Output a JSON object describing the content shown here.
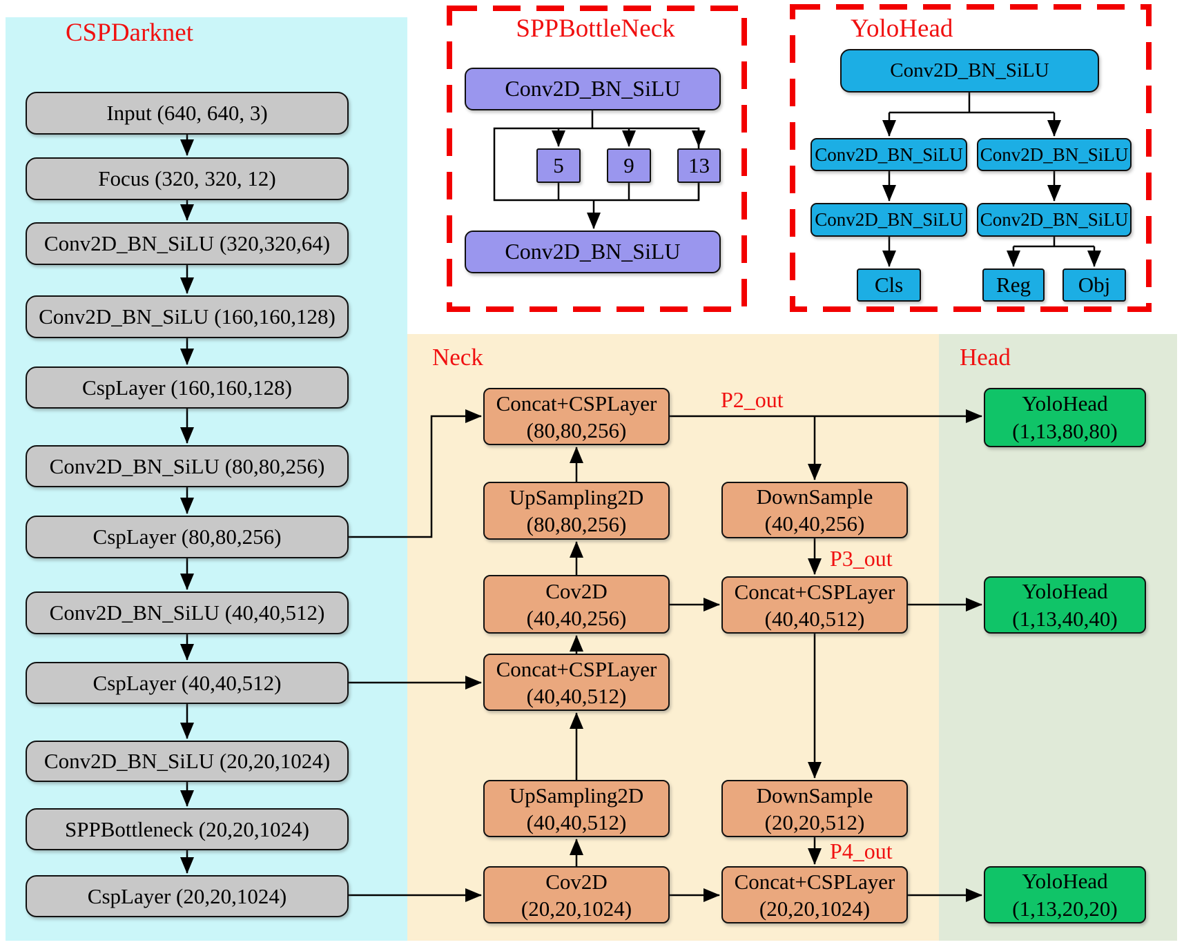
{
  "colors": {
    "backbone_bg": "#CBF6F9",
    "neck_bg": "#FCEFD1",
    "head_bg": "#E0EAD8",
    "backbone_box": "#C8C8C8",
    "spp_box": "#9A96EE",
    "yolohead_box": "#1CAEE4",
    "neck_box": "#EAA87E",
    "head_box": "#10C468",
    "accent_red": "#F01010",
    "wire_black": "#000000"
  },
  "backbone": {
    "title": "CSPDarknet",
    "boxes": [
      {
        "label": "Input (640, 640, 3)"
      },
      {
        "label": "Focus (320, 320, 12)"
      },
      {
        "label": "Conv2D_BN_SiLU (320,320,64)"
      },
      {
        "label": "Conv2D_BN_SiLU (160,160,128)"
      },
      {
        "label": "CspLayer (160,160,128)"
      },
      {
        "label": "Conv2D_BN_SiLU (80,80,256)"
      },
      {
        "label": "CspLayer (80,80,256)"
      },
      {
        "label": "Conv2D_BN_SiLU (40,40,512)"
      },
      {
        "label": "CspLayer (40,40,512)"
      },
      {
        "label": "Conv2D_BN_SiLU (20,20,1024)"
      },
      {
        "label": "SPPBottleneck (20,20,1024)"
      },
      {
        "label": "CspLayer (20,20,1024)"
      }
    ]
  },
  "spp": {
    "title": "SPPBottleNeck",
    "conv_top": "Conv2D_BN_SiLU",
    "pools": [
      "5",
      "9",
      "13"
    ],
    "conv_bottom": "Conv2D_BN_SiLU"
  },
  "yolohead": {
    "title": "YoloHead",
    "stem": "Conv2D_BN_SiLU",
    "branch_left_conv1": "Conv2D_BN_SiLU",
    "branch_left_conv2": "Conv2D_BN_SiLU",
    "branch_right_conv1": "Conv2D_BN_SiLU",
    "branch_right_conv2": "Conv2D_BN_SiLU",
    "cls": "Cls",
    "reg": "Reg",
    "obj": "Obj"
  },
  "neck": {
    "title": "Neck",
    "p2_label": "P2_out",
    "p3_label": "P3_out",
    "p4_label": "P4_out",
    "concat_csp_80": {
      "line1": "Concat+CSPLayer",
      "line2": "(80,80,256)"
    },
    "upsample_80": {
      "line1": "UpSampling2D",
      "line2": "(80,80,256)"
    },
    "cov2d_40": {
      "line1": "Cov2D",
      "line2": "(40,40,256)"
    },
    "concat_csp_40_left": {
      "line1": "Concat+CSPLayer",
      "line2": "(40,40,512)"
    },
    "upsample_40": {
      "line1": "UpSampling2D",
      "line2": "(40,40,512)"
    },
    "cov2d_20": {
      "line1": "Cov2D",
      "line2": "(20,20,1024)"
    },
    "downsample_40": {
      "line1": "DownSample",
      "line2": "(40,40,256)"
    },
    "concat_csp_40_right": {
      "line1": "Concat+CSPLayer",
      "line2": "(40,40,512)"
    },
    "downsample_20": {
      "line1": "DownSample",
      "line2": "(20,20,512)"
    },
    "concat_csp_20": {
      "line1": "Concat+CSPLayer",
      "line2": "(20,20,1024)"
    }
  },
  "head": {
    "title": "Head",
    "out_80": {
      "line1": "YoloHead",
      "line2": "(1,13,80,80)"
    },
    "out_40": {
      "line1": "YoloHead",
      "line2": "(1,13,40,40)"
    },
    "out_20": {
      "line1": "YoloHead",
      "line2": "(1,13,20,20)"
    }
  }
}
